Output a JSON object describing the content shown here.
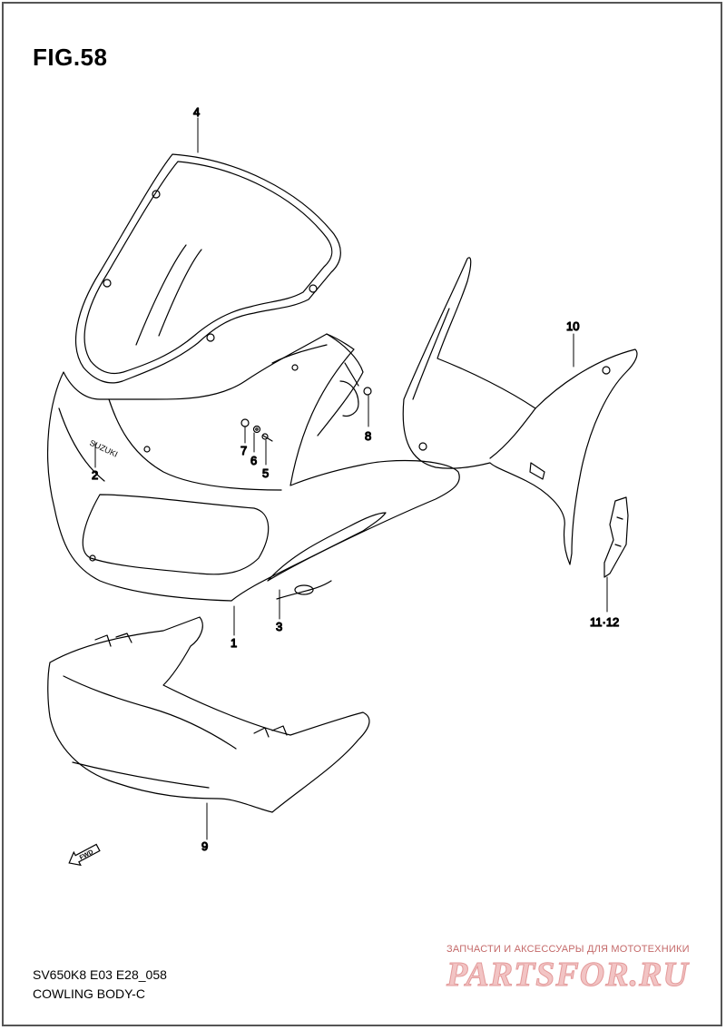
{
  "figure": {
    "title": "FIG.58"
  },
  "callouts": {
    "p1": "1",
    "p2": "2",
    "p3": "3",
    "p4": "4",
    "p5": "5",
    "p6": "6",
    "p7": "7",
    "p8": "8",
    "p9": "9",
    "p10": "10",
    "p11_12": "11·12"
  },
  "direction_arrow": {
    "label": "FWD"
  },
  "footer": {
    "code": "SV650K8 E03 E28_058",
    "title": "COWLING BODY-C"
  },
  "watermark": {
    "tagline": "ЗАПЧАСТИ И АКСЕССУАРЫ ДЛЯ МОТОТЕХНИКИ",
    "logo": "PARTSFOR.RU"
  },
  "decals": {
    "brand": "SUZUKI"
  },
  "colors": {
    "line": "#000000",
    "watermark": "#e39a9a"
  }
}
